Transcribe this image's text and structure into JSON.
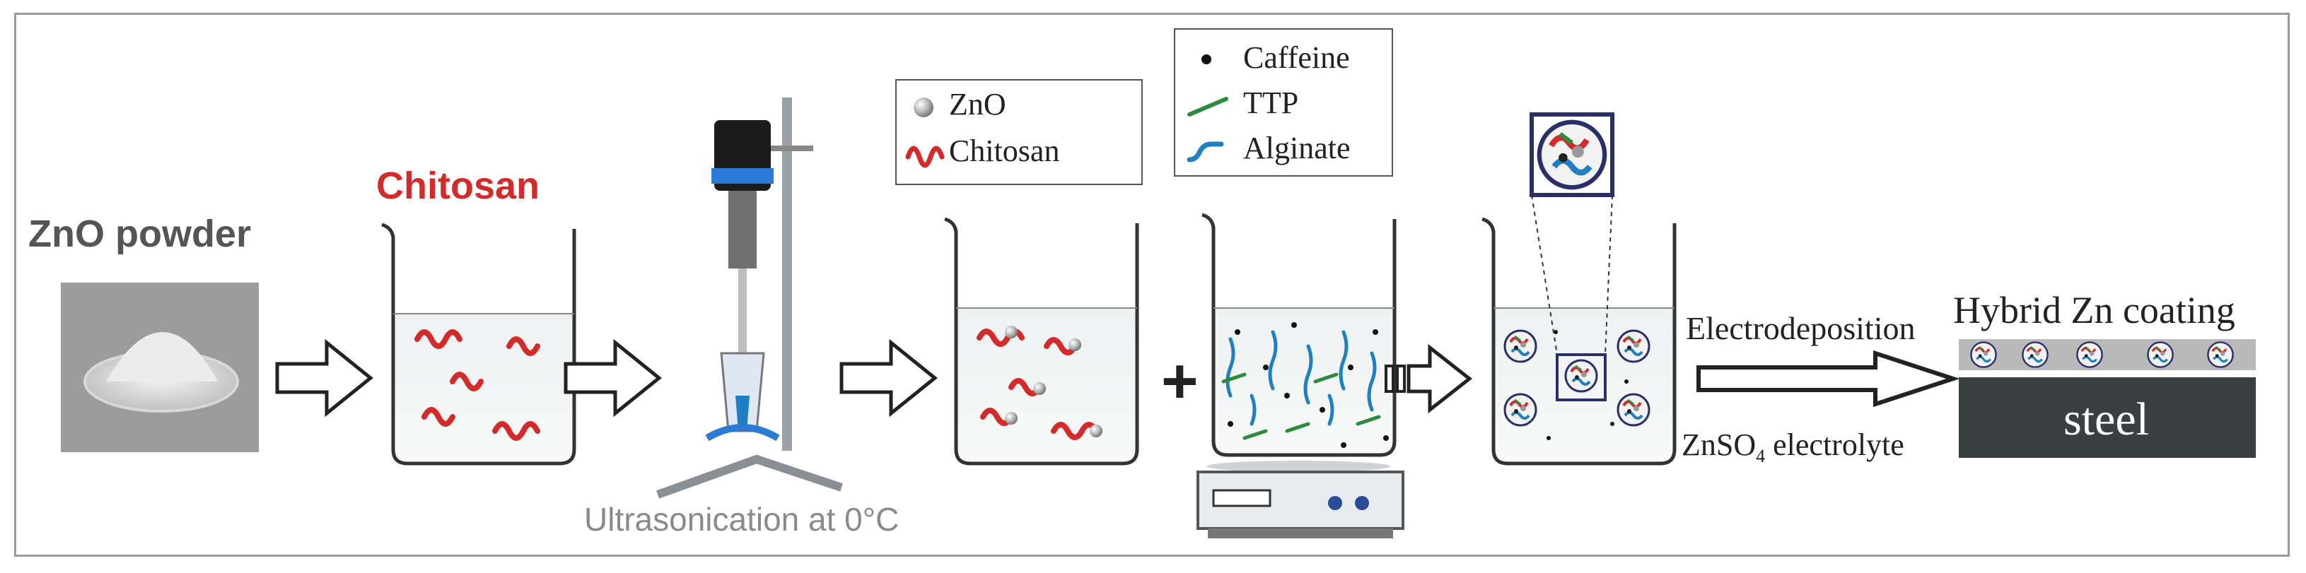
{
  "labels": {
    "zno_powder": "ZnO powder",
    "chitosan_title": "Chitosan",
    "ultrasonication": "Ultrasonication at 0°C",
    "plus": "+",
    "electrodeposition": "Electrodeposition",
    "electrolyte_main": "ZnSO",
    "electrolyte_sub": "4",
    "electrolyte_tail": " electrolyte",
    "hybrid_coating": "Hybrid Zn coating",
    "steel": "steel"
  },
  "legend_left": [
    {
      "label": "ZnO",
      "icon": "sphere-icon"
    },
    {
      "label": "Chitosan",
      "icon": "chitosan-strand-icon"
    }
  ],
  "legend_right": [
    {
      "label": "Caffeine",
      "icon": "dot-icon"
    },
    {
      "label": "TTP",
      "icon": "green-line-icon"
    },
    {
      "label": "Alginate",
      "icon": "blue-strand-icon"
    }
  ],
  "colors": {
    "chitosan_red": "#d42a2a",
    "ttp_green": "#2e8a3c",
    "alginate_blue": "#1e7fc2",
    "steel_dark": "#3a3f42",
    "coating_gray": "#b9b9b9",
    "title_gray": "#555555",
    "caption_gray": "#8a8a8a",
    "frame_gray": "#9a9a9a"
  }
}
